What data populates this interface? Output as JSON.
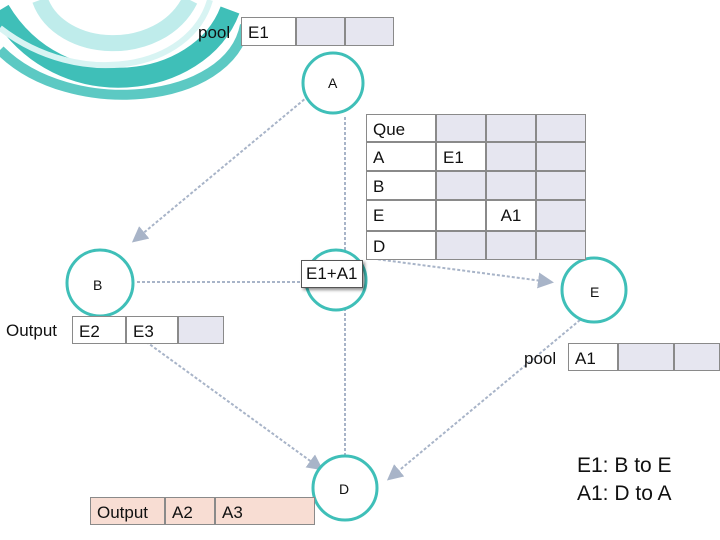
{
  "pool_top": {
    "label": "pool",
    "value": "E1"
  },
  "nodes": {
    "A": "A",
    "B": "B",
    "E": "E",
    "D": "D"
  },
  "queue": {
    "title": "Que",
    "rows": [
      [
        "A",
        "E1",
        "",
        ""
      ],
      [
        "B",
        "",
        "",
        ""
      ],
      [
        "E",
        "",
        "A1",
        ""
      ],
      [
        "D",
        "",
        "",
        ""
      ]
    ]
  },
  "callout": "E1+A1",
  "output_b": [
    "Output",
    "E2",
    "E3",
    ""
  ],
  "pool_right": {
    "label": "pool",
    "value": "A1"
  },
  "output_d": [
    "Output",
    "A2",
    "A3"
  ],
  "notes": [
    "E1: B to E",
    "A1: D to A"
  ],
  "colors": {
    "teal": "#3fbfb8",
    "table_fill": "#e6e6f0",
    "pink": "#f8ddd3"
  }
}
